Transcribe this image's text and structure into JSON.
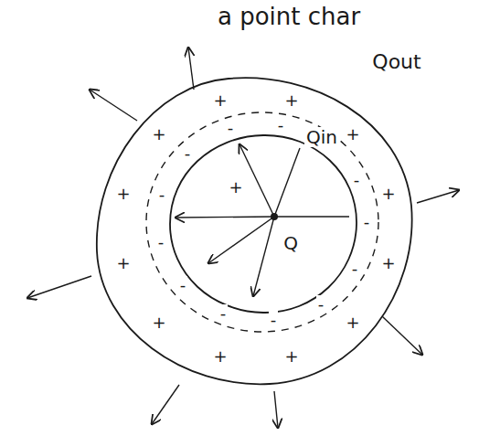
{
  "diagram": {
    "labels": [
      "a point char",
      "Qout",
      "Qin",
      "Q",
      "+",
      "+",
      "+",
      "+",
      "+",
      "+",
      "+",
      "+",
      "+",
      "+",
      "+",
      "+",
      "+",
      "-",
      "-",
      "-",
      "-",
      "-",
      "-",
      "-",
      "-",
      "-",
      "-",
      "-",
      "-"
    ]
  }
}
